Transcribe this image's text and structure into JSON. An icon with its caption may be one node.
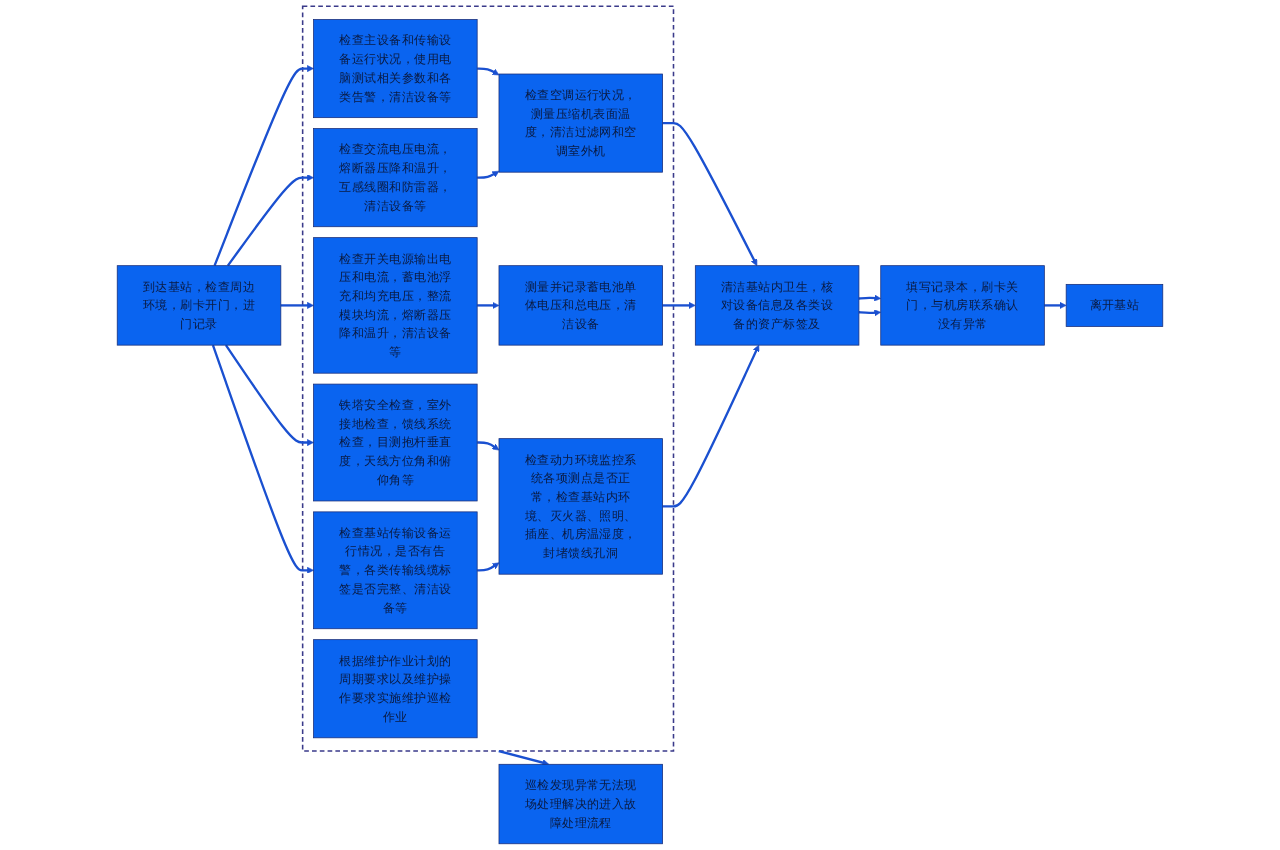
{
  "diagram": {
    "nodes": [
      {
        "text": [
          "到达基站，检查周边环境，刷卡开门，进门记录"
        ]
      },
      {
        "text": [],
        "shape": "box"
      },
      {
        "text": [
          "根据维护作业计划的周期要求以及维护操作要求实施维护巡检作业"
        ],
        "in": 1
      },
      {
        "text": [
          "检查主设备和传输设备运行状况，使用电脑测试相关参数和各类告警，清洁设备等"
        ],
        "in": 1
      },
      {
        "text": [
          "检查交流电压电流，熔断器压降和温升，互感线圈和防雷器，清洁设备等"
        ],
        "in": 1
      },
      {
        "text": [
          "检查开关电源输出电压和电流，蓄电池浮充和均充电压，整流模块均流，熔断器压降和温升，清洁设备等"
        ],
        "in": 1
      },
      {
        "text": [
          "铁塔安全检查，室外接地检查，馈线系统检查，目测抱杆垂直度，天线方位角和俯仰角等"
        ],
        "in": 1
      },
      {
        "text": [
          "检查基站传输设备运行情况，是否有告警，各类传输线缆标签是否完整、清洁设备等"
        ],
        "in": 1
      },
      {
        "text": [
          "检查空调运行状况，测量压缩机表面温度，清洁过滤网和空调室外机"
        ],
        "in": 1
      },
      {
        "text": [
          "测量并记录蓄电池单体电压和总电压，清洁设备"
        ],
        "in": 1
      },
      {
        "text": [
          "检查动力环境监控系统各项测点是否正常，检查基站内环境、灭火器、照明、插座、机房温湿度，封堵馈线孔洞"
        ],
        "in": 1
      },
      {
        "text": [
          "清洁基站内卫生，核对设备信息及各类设备的资产标签及"
        ]
      },
      {
        "text": [
          "填写记录本，刷卡关门，与机房联系确认没有异常"
        ]
      },
      {
        "text": [
          "离开基站"
        ]
      },
      {
        "text": [
          "巡检发现异常无法现场处理解决的进入故障处理流程"
        ]
      }
    ],
    "edges": [
      {
        "from": 0,
        "to": 3,
        "arrow": "to"
      },
      {
        "from": 0,
        "to": 4,
        "arrow": "to"
      },
      {
        "from": 0,
        "to": 5,
        "arrow": "to"
      },
      {
        "from": 0,
        "to": 6,
        "arrow": "to"
      },
      {
        "from": 0,
        "to": 7,
        "arrow": "to"
      },
      {
        "from": 3,
        "to": 8,
        "arrow": "to"
      },
      {
        "from": 4,
        "to": 8,
        "arrow": "to"
      },
      {
        "from": 5,
        "to": 9,
        "arrow": "to"
      },
      {
        "from": 6,
        "to": 10,
        "arrow": "to"
      },
      {
        "from": 7,
        "to": 10,
        "arrow": "to"
      },
      {
        "from": 8,
        "to": 11,
        "arrow": "to"
      },
      {
        "from": 9,
        "to": 11,
        "arrow": "to"
      },
      {
        "from": 10,
        "to": 11,
        "arrow": "to"
      },
      {
        "from": 11,
        "to": 12,
        "arrow": "to"
      },
      {
        "from": 11,
        "to": 12,
        "arrow": "to"
      },
      {
        "from": 12,
        "to": 13,
        "arrow": "to"
      },
      {
        "from": 1,
        "to": 14,
        "arrow": "to"
      }
    ]
  }
}
